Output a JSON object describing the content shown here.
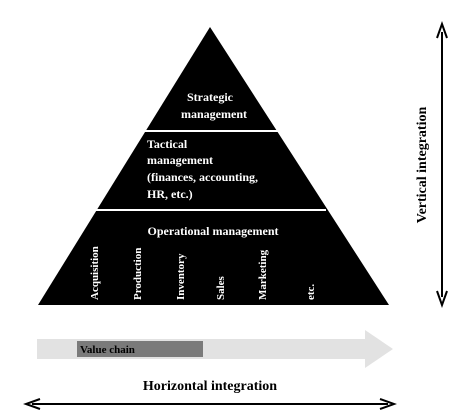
{
  "pyramid": {
    "strategic_line1": "Strategic",
    "strategic_line2": "management",
    "tactical_line1": "Tactical",
    "tactical_line2": "management",
    "tactical_line3": "(finances, accounting,",
    "tactical_line4": "HR, etc.)",
    "operational_title": "Operational management",
    "functions": [
      "Acquisition",
      "Production",
      "Inventory",
      "Sales",
      "Marketing",
      "etc."
    ]
  },
  "vertical_axis": {
    "label": "Vertical integration"
  },
  "value_chain": {
    "label": "Value chain"
  },
  "horizontal_axis": {
    "label": "Horizontal integration"
  },
  "colors": {
    "pyramid": "#000000",
    "divider": "#ffffff",
    "arrow_body": "#e2e2e2",
    "value_chain_bar": "#7a7a7a",
    "ink": "#000000"
  }
}
